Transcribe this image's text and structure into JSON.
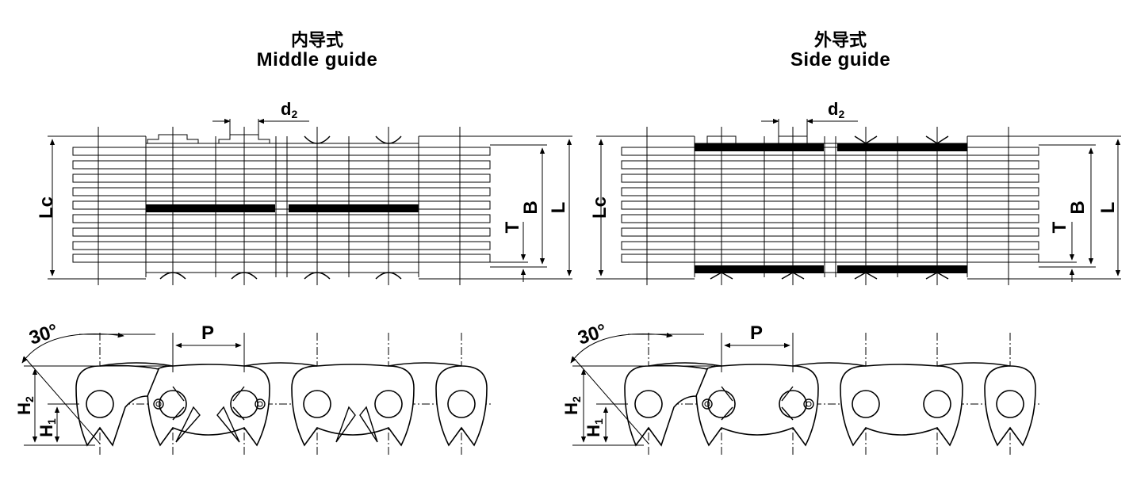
{
  "titles": {
    "left": {
      "cn": "内导式",
      "en": "Middle guide"
    },
    "right": {
      "cn": "外导式",
      "en": "Side guide"
    }
  },
  "labels": {
    "d2": "d",
    "d2_sub": "2",
    "lc": "Lc",
    "b": "B",
    "l": "L",
    "t": "T",
    "angle": "30°",
    "pitch": "P",
    "h2": "H",
    "h2_sub": "2",
    "h1": "H",
    "h1_sub": "1"
  },
  "colors": {
    "line": "#000000",
    "background": "#ffffff"
  }
}
